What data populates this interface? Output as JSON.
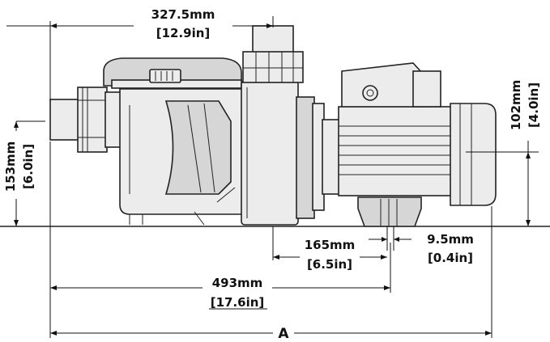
{
  "dimensions": {
    "top_width_mm": "327.5mm",
    "top_width_in": "[12.9in]",
    "motor_height_mm": "102mm",
    "motor_height_in": "[4.0in]",
    "inlet_height_mm": "153mm",
    "inlet_height_in": "[6.0in]",
    "foot_spacing_mm": "165mm",
    "foot_spacing_in": "[6.5in]",
    "foot_width_mm": "9.5mm",
    "foot_width_in": "[0.4in]",
    "base_length_mm": "493mm",
    "base_length_in": "[17.6in]",
    "overall_length": "A"
  }
}
